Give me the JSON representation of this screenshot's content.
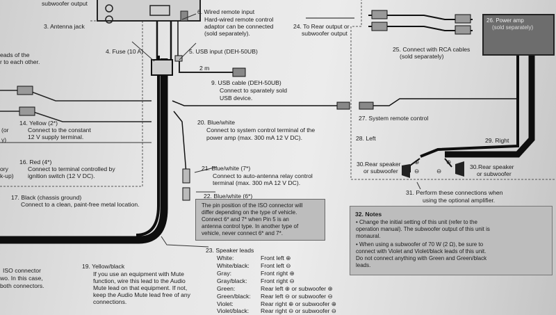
{
  "left_column": {
    "subwoofer_output": "subwoofer output",
    "antenna_jack": "3. Antenna jack",
    "leads_of_the": "eads of the",
    "r_to_each_other": "r to each other.",
    "yellow_title": "14. Yellow (2*)",
    "yellow_desc1": "Connect to the constant",
    "yellow_desc2": "12 V supply terminal.",
    "red_title": "16. Red (4*)",
    "red_desc1": "Connect to terminal controlled by",
    "red_desc2": "ignition switch (12 V DC).",
    "black_title": "17. Black (chassis ground)",
    "black_desc": "Connect to a clean, paint-free metal location.",
    "iso_connector": "ISO connector",
    "iso_two": "wo. In this case,",
    "iso_both": "both connectors.",
    "frag_ory": "ory",
    "frag_kup": "k-up)",
    "frag_or": "(or",
    "frag_y": "y)"
  },
  "top_labels": {
    "fuse": "4. Fuse (10 A)",
    "usb_input": "5. USB input (DEH-50UB)",
    "wired_remote_title": "6. Wired remote input",
    "wired_remote_desc1": "Hard-wired remote control",
    "wired_remote_desc2": "adaptor can be connected",
    "wired_remote_desc3": "(sold separately).",
    "rear_output1": "24. To Rear output or",
    "rear_output2": "subwoofer output",
    "rca1": "25. Connect with RCA cables",
    "rca2": "(sold separately)",
    "power_amp1": "26. Power amp",
    "power_amp2": "(sold separately)"
  },
  "usb_cable": {
    "length": "2 m",
    "title": "9. USB cable (DEH-50UB)",
    "desc1": "Connect to sparately sold",
    "desc2": "USB device."
  },
  "blue_white": {
    "title": "20. Blue/white",
    "desc1": "Connect to system control terminal of the",
    "desc2": "power amp (max. 300 mA 12 V DC)."
  },
  "system_remote": "27. System remote control",
  "left_label": "28. Left",
  "right_label": "29. Right",
  "rear_left1": "30.Rear speaker",
  "rear_left2": "or subwoofer",
  "rear_right1": "30.Rear speaker",
  "rear_right2": "or subwoofer",
  "optional_amp1": "31. Perform these connections when",
  "optional_amp2": "using the optional amplifier.",
  "blue_white7": {
    "title": "21. Blue/white (7*)",
    "desc1": "Connect to auto-antenna relay control",
    "desc2": "terminal (max. 300 mA 12 V DC)."
  },
  "blue_white6": "22. Blue/white (6*)",
  "iso_note": [
    "The pin position of the ISO connector will",
    "differ depending on the type of vehicle.",
    "Connect 6* and 7* when Pin 5 is an",
    "antenna control type. In another type of",
    "vehicle, never connect 6* and 7*."
  ],
  "notes": {
    "title": "32. Notes",
    "items": [
      "• Change the initial setting of this unit (refer to the",
      "  operation manual). The subwoofer output of this unit is",
      "  monaural.",
      "• When using a subwoofer of 70 W (2 Ω), be sure to",
      "  connect with Violet and Violet/black leads of this unit.",
      "  Do not connect anything with Green and Green/black",
      "  leads."
    ]
  },
  "speaker_leads": {
    "title": "23. Speaker leads",
    "rows": [
      {
        "color": "White:",
        "desc": "Front left ⊕"
      },
      {
        "color": "White/black:",
        "desc": "Front left ⊖"
      },
      {
        "color": "Gray:",
        "desc": "Front right ⊕"
      },
      {
        "color": "Gray/black:",
        "desc": "Front right ⊖"
      },
      {
        "color": "Green:",
        "desc": "Rear left ⊕ or subwoofer ⊕"
      },
      {
        "color": "Green/black:",
        "desc": "Rear left ⊖ or subwoofer ⊖"
      },
      {
        "color": "Violet:",
        "desc": "Rear right ⊕ or subwoofer ⊕"
      },
      {
        "color": "Violet/black:",
        "desc": "Rear right ⊖ or subwoofer ⊖"
      }
    ]
  },
  "yellow_black": {
    "title": "19. Yellow/black",
    "desc": [
      "If you use an equipment with Mute",
      "function, wire this lead to the Audio",
      "Mute lead on that equipment. If not,",
      "keep the Audio Mute lead free of any",
      "connections."
    ]
  }
}
